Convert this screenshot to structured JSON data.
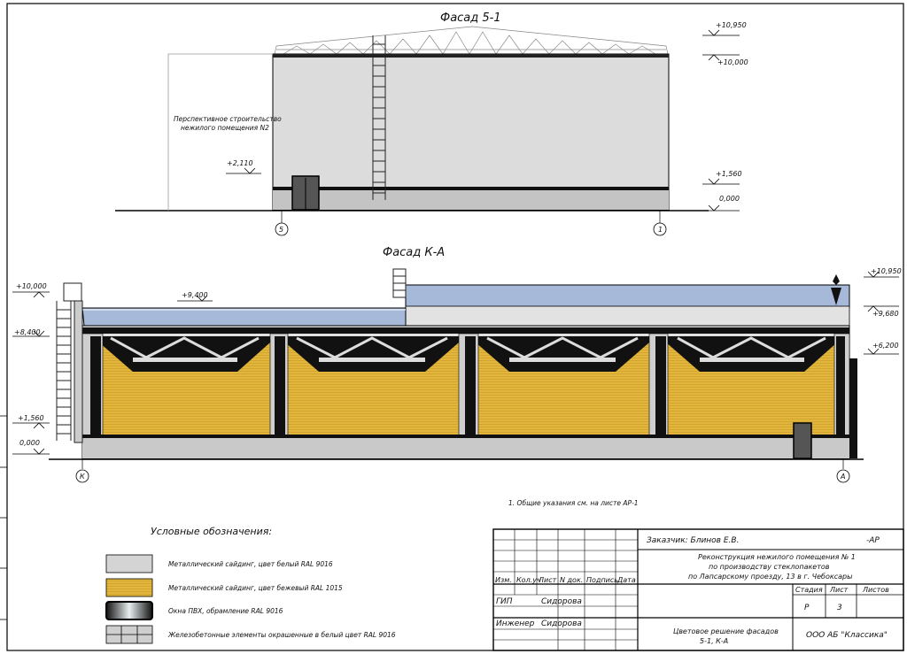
{
  "drawing": {
    "facade_top_title": "Фасад 5-1",
    "facade_bottom_title": "Фасад К-А",
    "note_future": [
      "Перспективное строительство",
      "нежилого помещения N2"
    ],
    "general_note": "1. Общие указания см. на листе АР-1",
    "axes": {
      "left_top": "5",
      "right_top": "1",
      "left_bottom": "К",
      "right_bottom": "А"
    },
    "levels_top": {
      "roof_peak": "+10,950",
      "cornice": "+10,000",
      "band": "+1,560",
      "ground": "0,000",
      "future_floor": "+2,110"
    },
    "levels_bottom": {
      "left_top": "+10,000",
      "left_mid": "+8,400",
      "left_low": "+1,560",
      "left_ground": "0,000",
      "low_roof": "+9,400",
      "right_top": "+10,950",
      "right_mid": "+9,680",
      "right_low": "+6,200"
    }
  },
  "legend": {
    "title": "Условные обозначения:",
    "items": [
      {
        "label": "Металлический сайдинг, цвет белый RAL 9016",
        "color": "#d4d4d4"
      },
      {
        "label": "Металлический сайдинг, цвет бежевый RAL 1015",
        "color": "#e3b83a"
      },
      {
        "label": "Окна ПВХ, обрамление RAL 9016",
        "color": "#111111"
      },
      {
        "label": "Железобетонные элементы окрашенные в белый цвет RAL 9016",
        "color": "#cfcfcf"
      }
    ]
  },
  "title_block": {
    "customer": "Заказчик: Блинов Е.В.",
    "code": "-АР",
    "project": [
      "Реконструкция нежилого помещения № 1",
      "по производству стеклопакетов",
      "по Лапсарскому проезду, 13 в г. Чебоксары"
    ],
    "headers": [
      "Изм.",
      "Кол.уч",
      "Лист",
      "N док.",
      "Подпись",
      "Дата"
    ],
    "roles": [
      {
        "role": "ГИП",
        "name": "Сидорова"
      },
      {
        "role": "Инженер",
        "name": "Сидорова"
      }
    ],
    "stage_label": "Стадия",
    "sheet_label": "Лист",
    "sheets_label": "Листов",
    "stage": "Р",
    "sheet": "3",
    "sheets": "",
    "sheet_title": [
      "Цветовое решение фасадов",
      "5-1, К-А"
    ],
    "company": "ООО АБ \"Классика\""
  }
}
